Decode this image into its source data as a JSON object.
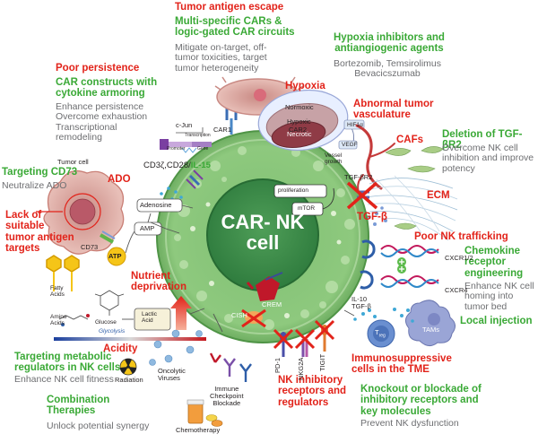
{
  "labels": {
    "tumor_antigen_escape": "Tumor antigen escape",
    "multi_specific_cars": "Multi-specific CARs &\nlogic-gated CAR circuits",
    "multi_specific_desc": "Mitigate on-target, off-\ntumor toxicities,  target\ntumor heterogeneity",
    "hypoxia_inhibitors": "Hypoxia inhibitors and\nantiangiogenic agents",
    "hypoxia_drugs": "Bortezomib, Temsirolimus\nBevacicszumab",
    "poor_persistence": "Poor persistence",
    "cytokine_armoring": "CAR constructs with\ncytokine armoring",
    "cytokine_desc": "Enhance persistence\nOvercome exhaustion\nTranscriptional\nremodeling",
    "hypoxia": "Hypoxia",
    "abnormal_vasculature": "Abnormal tumor\nvasculature",
    "cafs": "CAFs",
    "deletion_tgfbr2": "Deletion of TGF-βR2",
    "deletion_desc": "Overcome NK cell\ninhibition and improve\npotency",
    "ecm": "ECM",
    "tgf_beta": "TGF-β",
    "targeting_cd73": "Targeting CD73",
    "neutralize_ado": "Neutralize ADO",
    "ado": "ADO",
    "lack_antigen": "Lack of\nsuitable\ntumor antigen\ntargets",
    "poor_trafficking": "Poor NK trafficking",
    "chemokine_engineering": "Chemokine\nreceptor\nengineering",
    "chemokine_desc": "Enhance NK cell\nhoming into\ntumor bed",
    "local_injection": "Local injection",
    "nutrient_deprivation": "Nutrient\ndeprivation",
    "acidity": "Acidity",
    "targeting_metabolic": "Targeting metabolic\nregulators in NK cells",
    "metabolic_desc": "Enhance NK cell fitness",
    "combination": "Combination\nTherapies",
    "combination_desc": "Unlock potential synergy",
    "immunosuppressive": "Immunosuppressive\ncells in the TME",
    "nk_inhibitory": "NK inhibitory\nreceptors and\nregulators",
    "knockout": "Knockout or blockade of\ninhibitory receptors and\nkey molecules",
    "knockout_desc": "Prevent NK dysfunction",
    "car_nk_cell": "CAR-\nNK cell"
  },
  "small_labels": {
    "car1": "CAR1",
    "car2": "CAR2",
    "normoxic": "Normoxic",
    "hypoxic": "Hypoxic",
    "necrotic": "Necrotic",
    "hif1a": "HIF1α",
    "vegf": "VEGF",
    "vessel_growth": "Vessel\ngrowth",
    "tgf_br2": "TGF-βR2",
    "c_jun": "c-Jun",
    "transcription": "Transcription",
    "promoter": "Promoter",
    "gene": "Gene",
    "cd3z": "CD3ζ,CD28/",
    "il15": "IL-15",
    "tumor_cell": "Tumor cell",
    "cd73": "CD73",
    "adenosine": "Adenosine",
    "amp": "AMP",
    "atp": "ATP",
    "proliferation": "proliferation",
    "mtor": "mTOR",
    "crem": "CREM",
    "cish": "CISH",
    "cxcr12": "CXCR1/2",
    "cxcr4": "CXCR4",
    "il10_tgfb": "IL-10\nTGF-β",
    "treg": "T",
    "treg_sub": "reg",
    "tams": "TAMs",
    "fatty_acids": "Fatty\nAcids",
    "glucose": "Glucose",
    "amino_acids": "Amino\nAcids",
    "glycolysis": "Glycolysis",
    "lactic_acid": "Lactic\nAcid",
    "radiation": "Radiation",
    "oncolytic": "Oncolytic\nViruses",
    "checkpoint": "Immune\nCheckpoint\nBlockade",
    "chemotherapy": "Chemotherapy",
    "pd1": "PD-1",
    "nkg2a": "NKG2A",
    "tigit": "TIGIT"
  },
  "colors": {
    "red": "#e2231a",
    "green": "#3aa936",
    "gray": "#6d6e71",
    "cell_outer": "#9ecf8c",
    "cell_inner": "#5aa55a",
    "cell_core": "#3a8a48"
  }
}
